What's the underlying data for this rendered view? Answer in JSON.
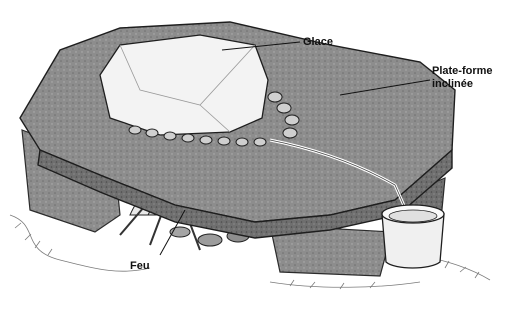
{
  "labels": {
    "glace": "Glace",
    "plateforme_line1": "Plate-forme",
    "plateforme_line2": "inclinée",
    "feu": "Feu"
  }
}
